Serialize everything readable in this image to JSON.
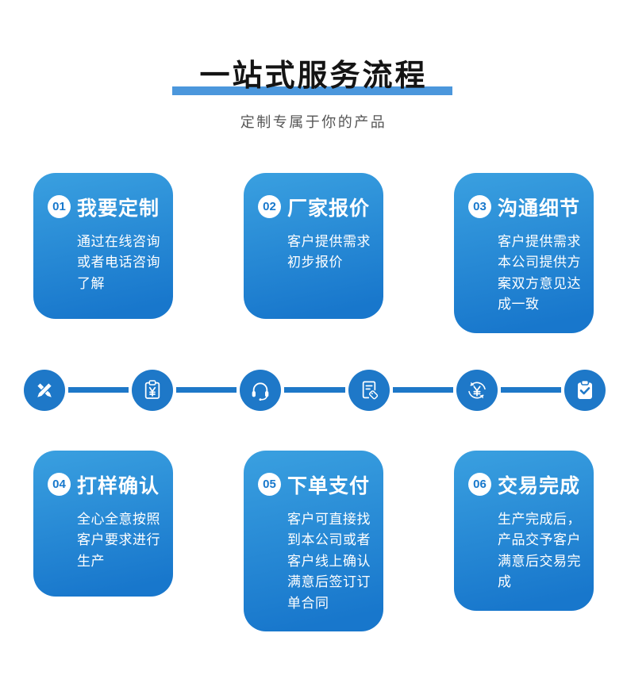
{
  "header": {
    "title": "一站式服务流程",
    "subtitle": "定制专属于你的产品"
  },
  "colors": {
    "accent": "#4B97DC",
    "card_top": "#3AA0E0",
    "card_bottom": "#1877CC",
    "icon_blue": "#1E78C8",
    "badge_text": "#1778CC",
    "title_text": "#141414",
    "subtitle_text": "#555555"
  },
  "steps": [
    {
      "num": "01",
      "title": "我要定制",
      "desc": "通过在线咨询或者电话咨询了解"
    },
    {
      "num": "02",
      "title": "厂家报价",
      "desc": "客户提供需求初步报价"
    },
    {
      "num": "03",
      "title": "沟通细节",
      "desc": "客户提供需求本公司提供方案双方意见达成一致"
    },
    {
      "num": "04",
      "title": "打样确认",
      "desc": "全心全意按照客户要求进行生产"
    },
    {
      "num": "05",
      "title": "下单支付",
      "desc": "客户可直接找到本公司或者客户线上确认满意后签订订单合同"
    },
    {
      "num": "06",
      "title": "交易完成",
      "desc": "生产完成后，产品交予客户满意后交易完成"
    }
  ],
  "process_icons": [
    "pens-icon",
    "quote-clipboard-icon",
    "customer-service-icon",
    "order-tag-icon",
    "payment-cycle-icon",
    "complete-clipboard-icon"
  ]
}
